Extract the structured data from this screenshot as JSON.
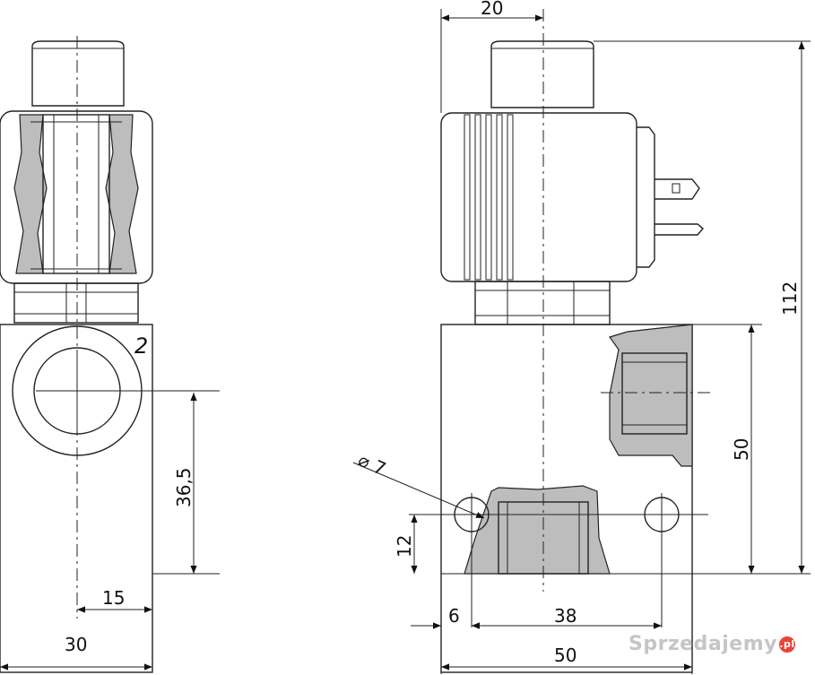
{
  "left_view": {
    "port_label": "2",
    "dim_height": "36,5",
    "dim_half_width": "15",
    "dim_width": "30"
  },
  "right_view": {
    "dim_coil_width": "20",
    "dim_total_height": "112",
    "dim_body_height": "50",
    "dim_hole_diameter": "⌀ 7",
    "dim_hole_height": "12",
    "dim_hole_offset": "6",
    "dim_hole_spacing": "38",
    "dim_body_width": "50"
  },
  "watermark": {
    "text": "Sprzedajemy",
    "badge": ".pl"
  }
}
